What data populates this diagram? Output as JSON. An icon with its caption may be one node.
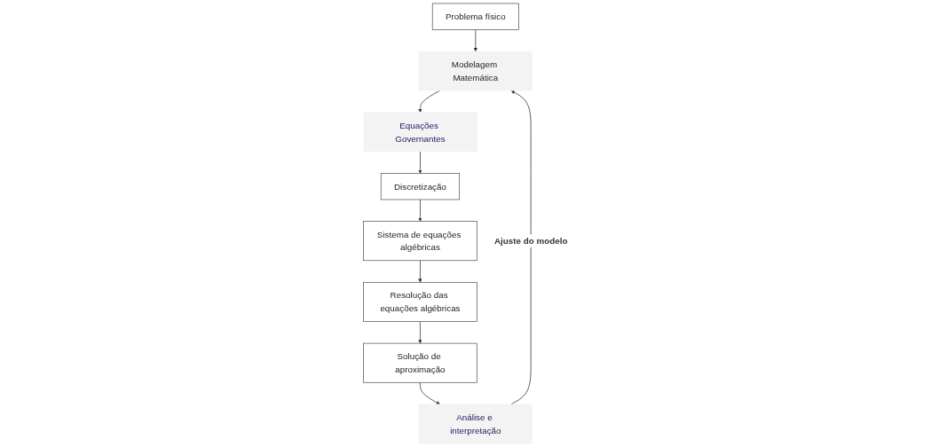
{
  "diagram": {
    "nodes": [
      {
        "text": [
          "Modelagem Matemática"
        ]
      },
      {
        "text": [
          "Problema físico"
        ]
      },
      {
        "text": [
          "Equações Governantes"
        ]
      },
      {
        "text": [
          "Discretização"
        ]
      },
      {
        "text": [
          "Sistema de equações algébricas"
        ]
      },
      {
        "text": [
          "Resolução das equações algébricas"
        ]
      },
      {
        "text": [
          "Solução de aproximação"
        ]
      },
      {
        "text": [
          "Análise e interpretação"
        ]
      }
    ],
    "edges": [
      {
        "from": 1,
        "to": 0,
        "arrow": "to"
      },
      {
        "from": 0,
        "to": 2,
        "arrow": "to"
      },
      {
        "from": 2,
        "to": 3,
        "arrow": "to"
      },
      {
        "from": 3,
        "to": 4,
        "arrow": "to"
      },
      {
        "from": 4,
        "to": 5,
        "arrow": "to"
      },
      {
        "from": 5,
        "to": 6,
        "arrow": "to"
      },
      {
        "from": 6,
        "to": 7,
        "arrow": "to"
      },
      {
        "from": 7,
        "to": 0,
        "label": "Ajuste do modelo",
        "arrow": "to"
      }
    ]
  }
}
